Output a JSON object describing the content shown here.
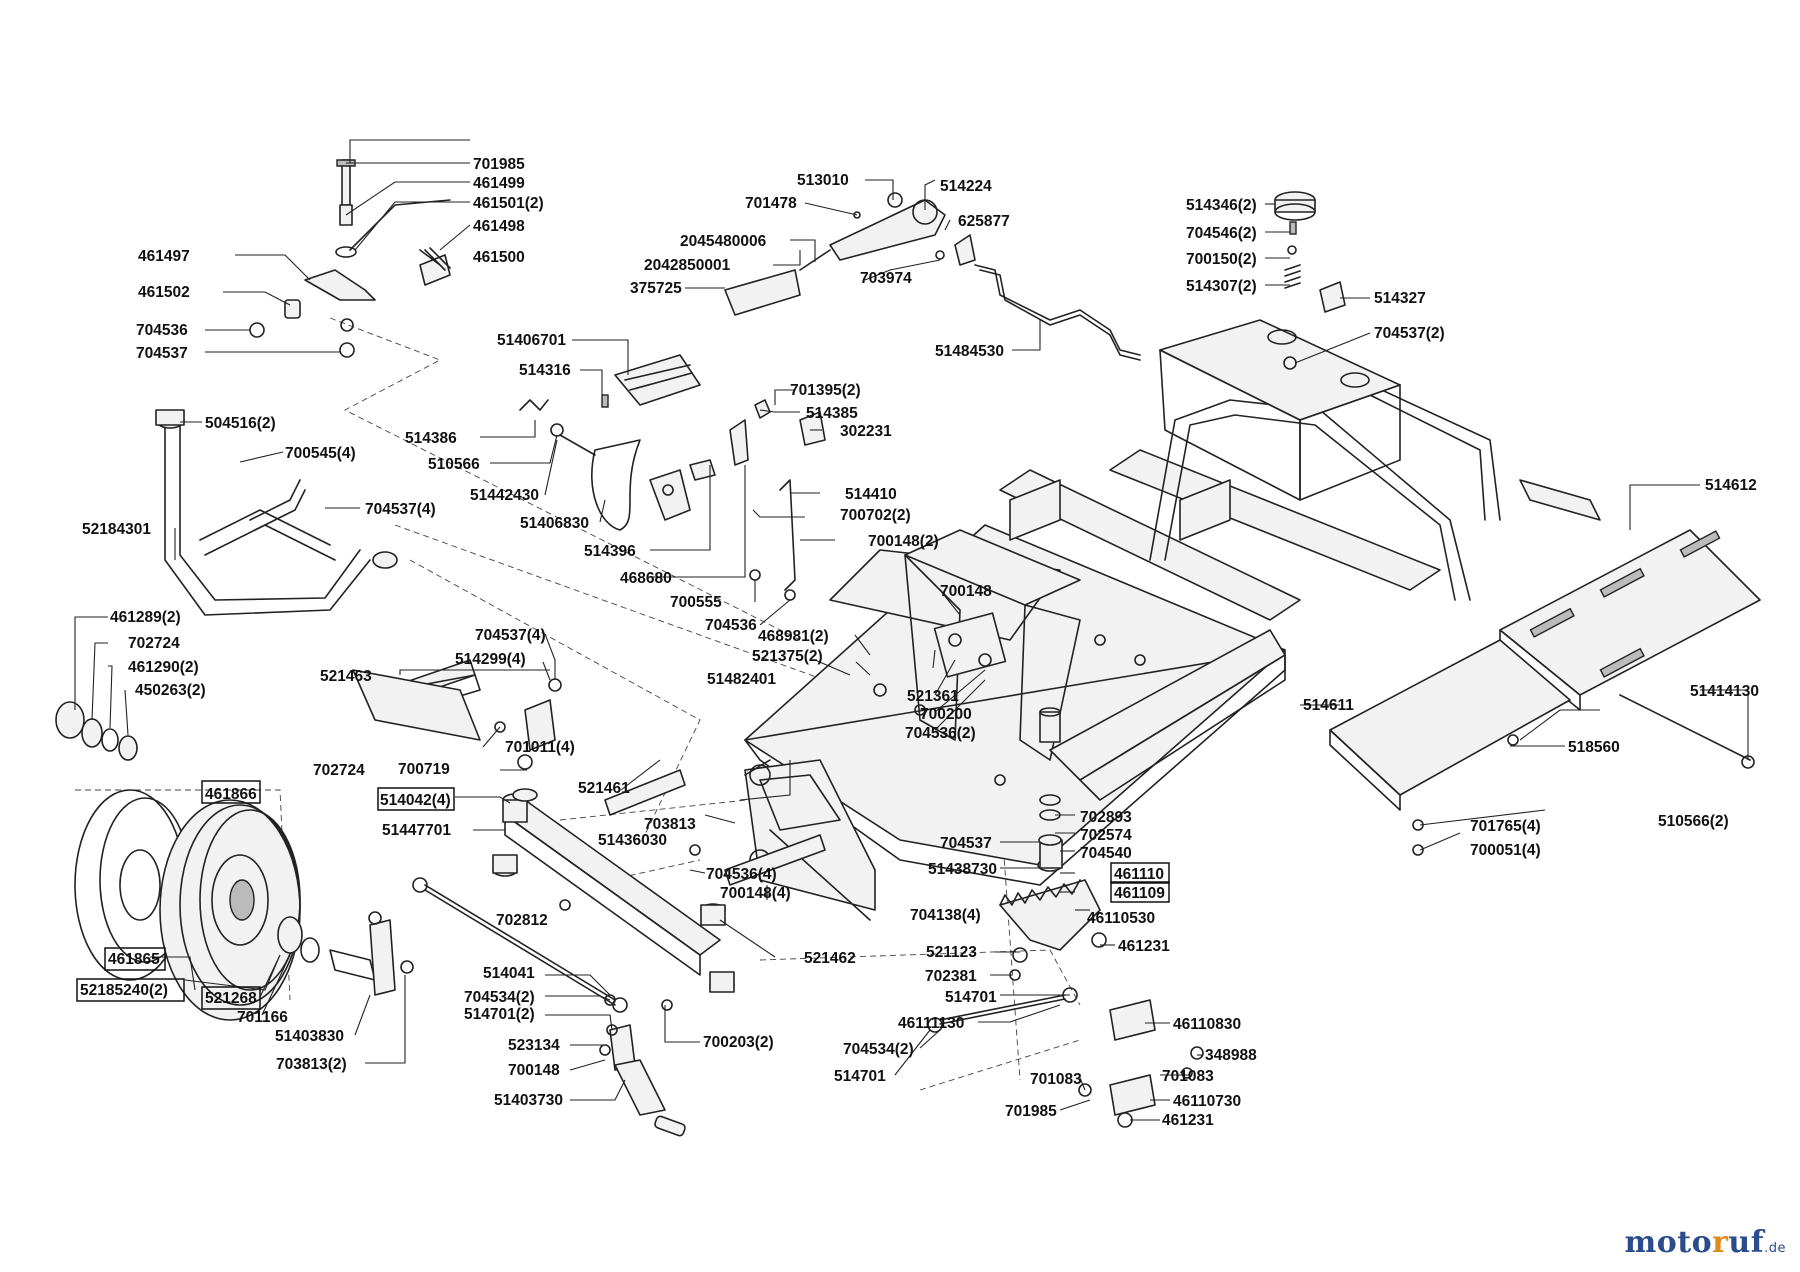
{
  "labels": [
    "701985",
    "461499",
    "461501(2)",
    "461498",
    "461497",
    "461500",
    "461502",
    "704536",
    "704537",
    "513010",
    "514224",
    "701478",
    "625877",
    "2045480006",
    "2042850001",
    "703974",
    "375725",
    "51484530",
    "514346(2)",
    "704546(2)",
    "700150(2)",
    "514307(2)",
    "514327",
    "704537(2)",
    "51406701",
    "514316",
    "701395(2)",
    "514385",
    "302231",
    "514386",
    "510566",
    "51442430",
    "51406830",
    "514410",
    "700702(2)",
    "700148(2)",
    "514396",
    "468680",
    "700555",
    "704536",
    "504516(2)",
    "700545(4)",
    "704537(4)",
    "52184301",
    "461289(2)",
    "702724",
    "461290(2)",
    "450263(2)",
    "704537(4)",
    "514299(4)",
    "521463",
    "701011(4)",
    "468981(2)",
    "521375(2)",
    "51482401",
    "700148",
    "521361",
    "700200",
    "704536(2)",
    "514612",
    "514611",
    "51414130",
    "518560",
    "510566(2)",
    "701765(4)",
    "700051(4)",
    "702724",
    "461866",
    "700719",
    "514042(4)",
    "51447701",
    "521461",
    "703813",
    "51436030",
    "704536(4)",
    "700148(4)",
    "702812",
    "521462",
    "702893",
    "702574",
    "704537",
    "704540",
    "51438730",
    "461110",
    "461109",
    "704138(4)",
    "46110530",
    "461231",
    "521123",
    "702381",
    "514701",
    "46111130",
    "46110830",
    "704534(2)",
    "348988",
    "514701",
    "701083",
    "701083",
    "46110730",
    "701985",
    "461231",
    "461865",
    "52185240(2)",
    "521268",
    "701166",
    "51403830",
    "703813(2)",
    "514041",
    "704534(2)",
    "514701(2)",
    "700203(2)",
    "523134",
    "700148",
    "51403730"
  ],
  "boxed_labels": [
    "461866",
    "514042(4)",
    "461110",
    "461109",
    "461865",
    "52185240(2)",
    "521268"
  ],
  "watermark": {
    "moto": "moto",
    "r": "r",
    "uf": "uf",
    "tld": ".de"
  }
}
